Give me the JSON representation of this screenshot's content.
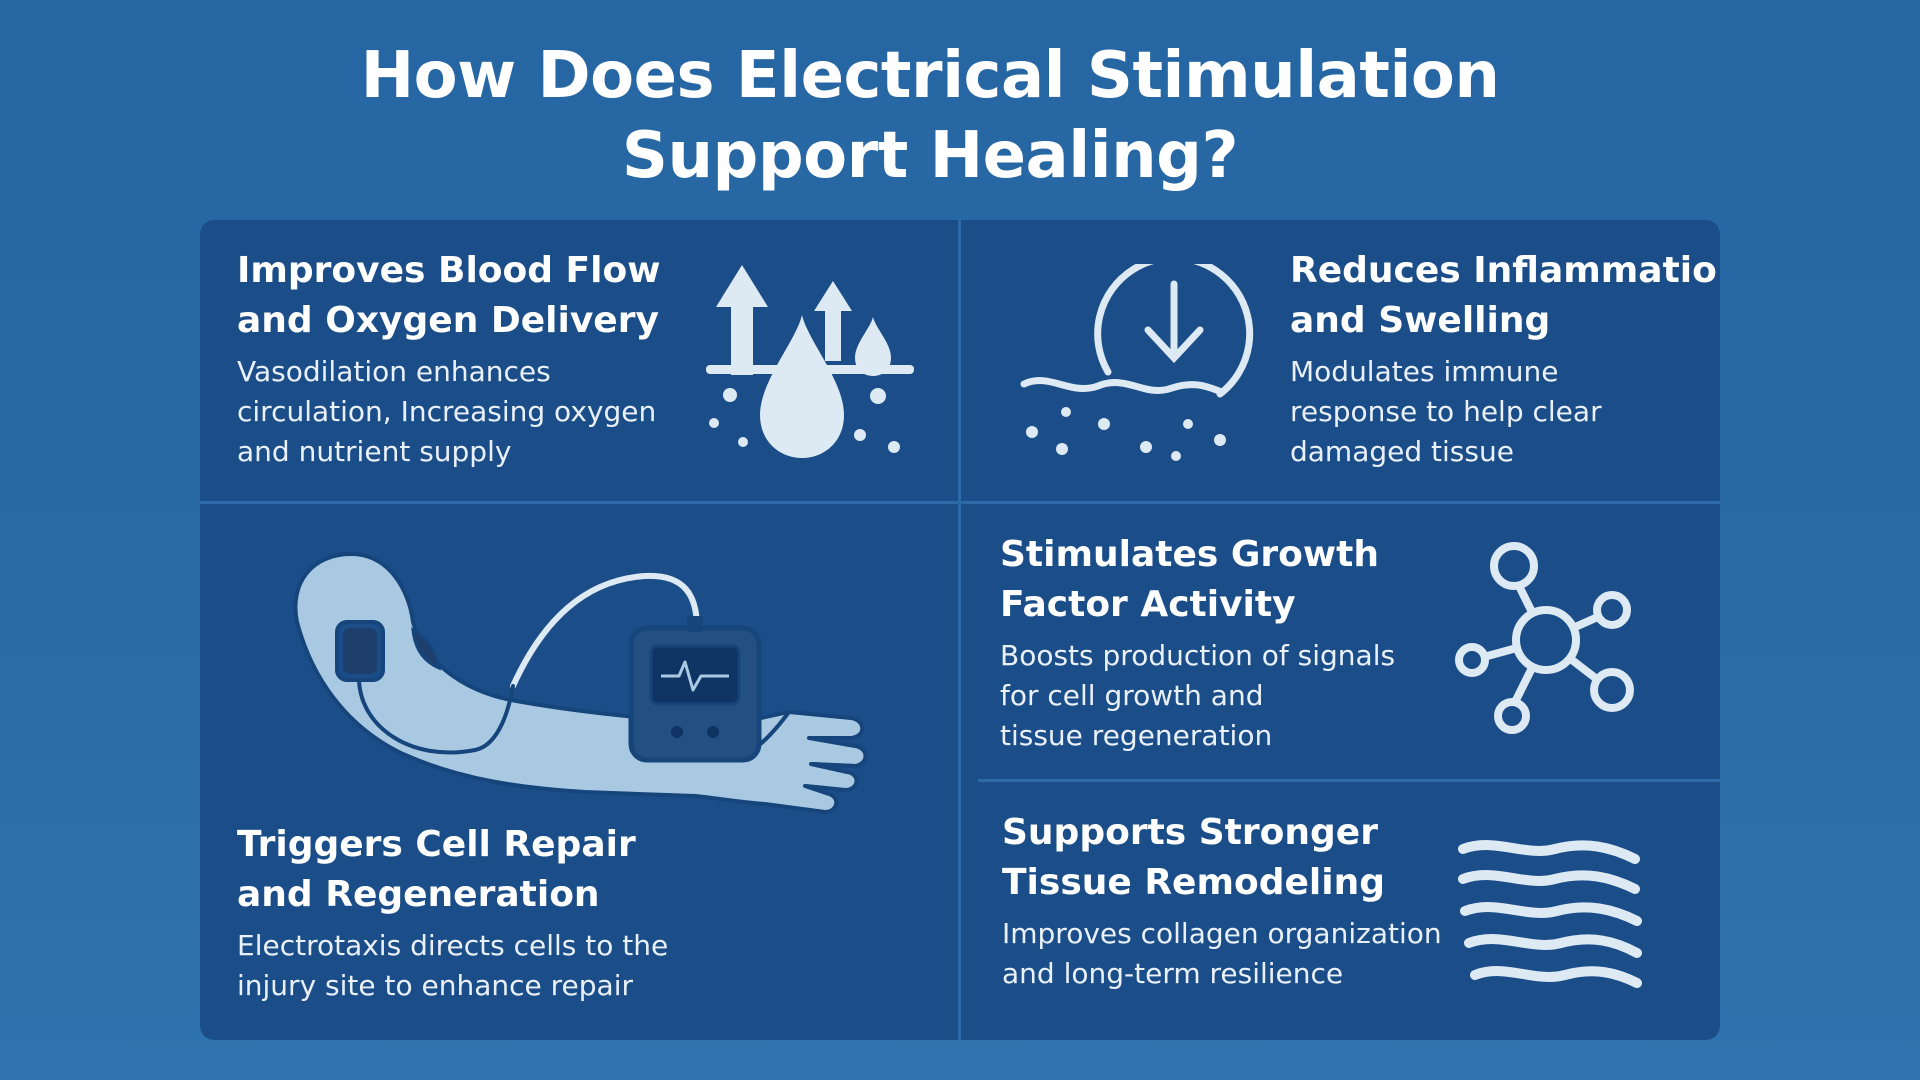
{
  "title": {
    "line1": "How Does Electrical Stimulation",
    "line2": "Support Healing?"
  },
  "colors": {
    "background": "#2566a3",
    "panel": "#1b4e89",
    "divider": "#2d69a6",
    "icon_fill": "#dde9f3",
    "arm_fill": "#a9c9e2"
  },
  "cells": {
    "blood_flow": {
      "title": [
        "Improves Blood Flow",
        "and Oxygen Delivery"
      ],
      "desc": [
        "Vasodilation enhances",
        "circulation, Increasing oxygen",
        "and nutrient supply"
      ],
      "icon": "blood-drops-arrows-icon"
    },
    "inflammation": {
      "title": [
        "Reduces Inflammatio",
        "and Swelling"
      ],
      "desc": [
        "Modulates immune",
        "response to help clear",
        "damaged tissue"
      ],
      "icon": "down-arrow-circle-wave-icon"
    },
    "cell_repair": {
      "title": [
        "Triggers Cell Repair",
        "and Regeneration"
      ],
      "desc": [
        "Electrotaxis directs cells to the",
        "injury site to enhance repair"
      ],
      "icon": "arm-stimulator-device-icon"
    },
    "growth_factor": {
      "title": [
        "Stimulates Growth",
        "Factor Activity"
      ],
      "desc": [
        "Boosts production of signals",
        "for cell growth and",
        "tissue regeneration"
      ],
      "icon": "molecule-network-icon"
    },
    "remodeling": {
      "title": [
        "Supports Stronger",
        "Tissue Remodeling"
      ],
      "desc": [
        "Improves collagen organization",
        "and long-term resilience"
      ],
      "icon": "wavy-fibers-icon"
    }
  }
}
